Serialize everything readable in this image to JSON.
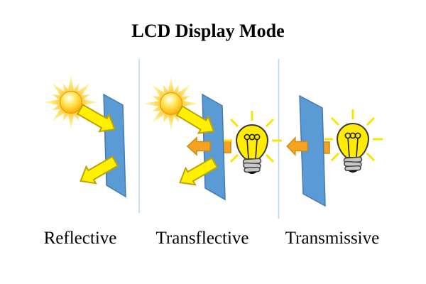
{
  "title": "LCD Display Mode",
  "panels": [
    {
      "label": "Reflective",
      "light_sources": [
        "ambient-sun"
      ],
      "description_elements": [
        "sun",
        "lcd-panel",
        "incident-arrow",
        "reflected-arrow"
      ]
    },
    {
      "label": "Transflective",
      "light_sources": [
        "ambient-sun",
        "backlight"
      ],
      "description_elements": [
        "sun",
        "lcd-panel",
        "incident-arrow",
        "reflected-arrow",
        "backlight-arrow",
        "light-bulb"
      ]
    },
    {
      "label": "Transmissive",
      "light_sources": [
        "backlight"
      ],
      "description_elements": [
        "lcd-panel",
        "backlight-arrow",
        "light-bulb"
      ]
    }
  ],
  "icons": {
    "sun-icon": "☀",
    "light-bulb-icon": "💡",
    "lcd-panel": "▱",
    "arrow-icon": "➔"
  },
  "colors": {
    "background": "#FFFFFF",
    "panel_blue": "#5B9BD5",
    "panel_border": "#4679B2",
    "divider_blue": "#B9D5EF",
    "arrow_yellow": "#FFF101",
    "arrow_yellow_border": "#BFA300",
    "arrow_orange": "#F7A321",
    "arrow_orange_border": "#D18E10",
    "bulb_glass_yellow": "#FFEC00",
    "bulb_ray_yellow": "#FFE200",
    "bulb_base_gray": "#C8C8C8",
    "sun_core_yellow": "#FFD21E",
    "text_black": "#000000"
  }
}
